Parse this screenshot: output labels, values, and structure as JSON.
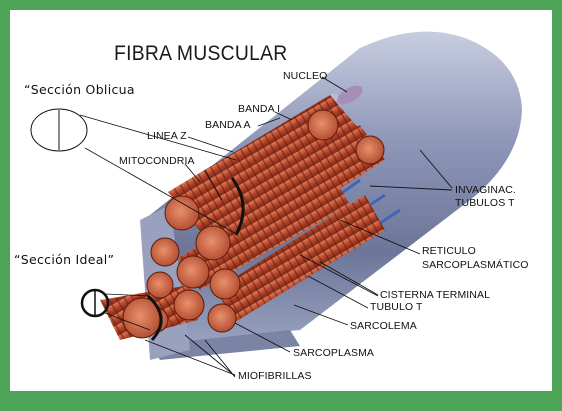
{
  "diagram": {
    "title": "FIBRA MUSCULAR",
    "annotations": {
      "oblique_section": "“Sección Oblicua",
      "ideal_section": "“Sección Ideal”"
    },
    "labels": {
      "nucleo": "NUCLEO",
      "banda_i": "BANDA I",
      "banda_a": "BANDA A",
      "linea_z": "LINEA Z",
      "mitocondria": "MITOCONDRIA",
      "invaginac": "INVAGINAC.",
      "tubulos_t": "TUBULOS T",
      "reticulo": "RETICULO",
      "sarcoplasmatico": "SARCOPLASMÁTICO",
      "cisterna_terminal": "CISTERNA TERMINAL",
      "tubulo_t": "TUBULO T",
      "sarcolema": "SARCOLEMA",
      "sarcoplasma": "SARCOPLASMA",
      "miofibrillas": "MIOFIBRILLAS"
    },
    "colors": {
      "frame_green": "#4da457",
      "myofibril_red": "#b8452a",
      "membrane_blue": "#8d97b8",
      "reticulum_blue": "#3d63b4"
    }
  }
}
